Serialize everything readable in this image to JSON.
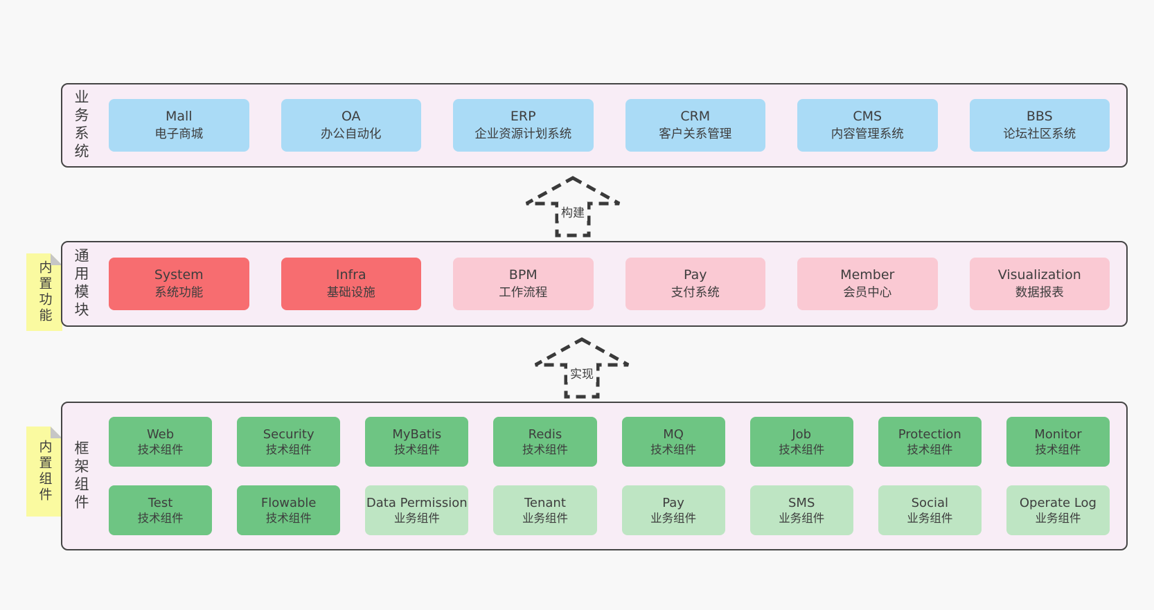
{
  "colors": {
    "page_bg": "#f8f8f8",
    "panel_bg": "#f8edf6",
    "panel_border": "#444444",
    "blue_box": "#aadbf6",
    "red_box": "#f76d70",
    "pink_box": "#fac9d3",
    "green_box": "#6ec583",
    "light_green_box": "#bee5c3",
    "sticky_yellow": "#fafaa0",
    "sticky_fold": "#c6c6c6",
    "text": "#3d3d3d"
  },
  "arrows": [
    {
      "label": "构建"
    },
    {
      "label": "实现"
    }
  ],
  "bands": [
    {
      "label": "业务系统",
      "boxes": [
        {
          "name": "Mall",
          "desc": "电子商城"
        },
        {
          "name": "OA",
          "desc": "办公自动化"
        },
        {
          "name": "ERP",
          "desc": "企业资源计划系统"
        },
        {
          "name": "CRM",
          "desc": "客户关系管理"
        },
        {
          "name": "CMS",
          "desc": "内容管理系统"
        },
        {
          "name": "BBS",
          "desc": "论坛社区系统"
        }
      ]
    },
    {
      "label": "通用模块",
      "sticky": "内置功能",
      "boxes": [
        {
          "name": "System",
          "desc": "系统功能"
        },
        {
          "name": "Infra",
          "desc": "基础设施"
        },
        {
          "name": "BPM",
          "desc": "工作流程"
        },
        {
          "name": "Pay",
          "desc": "支付系统"
        },
        {
          "name": "Member",
          "desc": "会员中心"
        },
        {
          "name": "Visualization",
          "desc": "数据报表"
        }
      ]
    },
    {
      "label": "框架组件",
      "sticky": "内置组件",
      "rows": [
        [
          {
            "name": "Web",
            "desc": "技术组件"
          },
          {
            "name": "Security",
            "desc": "技术组件"
          },
          {
            "name": "MyBatis",
            "desc": "技术组件"
          },
          {
            "name": "Redis",
            "desc": "技术组件"
          },
          {
            "name": "MQ",
            "desc": "技术组件"
          },
          {
            "name": "Job",
            "desc": "技术组件"
          },
          {
            "name": "Protection",
            "desc": "技术组件"
          },
          {
            "name": "Monitor",
            "desc": "技术组件"
          }
        ],
        [
          {
            "name": "Test",
            "desc": "技术组件"
          },
          {
            "name": "Flowable",
            "desc": "技术组件"
          },
          {
            "name": "Data Permission",
            "desc": "业务组件"
          },
          {
            "name": "Tenant",
            "desc": "业务组件"
          },
          {
            "name": "Pay",
            "desc": "业务组件"
          },
          {
            "name": "SMS",
            "desc": "业务组件"
          },
          {
            "name": "Social",
            "desc": "业务组件"
          },
          {
            "name": "Operate Log",
            "desc": "业务组件"
          }
        ]
      ]
    }
  ]
}
